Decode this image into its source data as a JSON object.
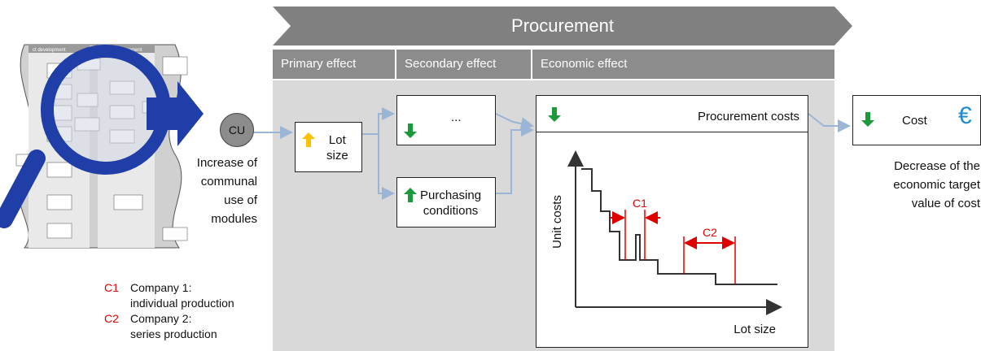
{
  "banner": {
    "title": "Procurement"
  },
  "columns": [
    {
      "label": "Primary effect"
    },
    {
      "label": "Secondary effect"
    },
    {
      "label": "Economic effect"
    }
  ],
  "thumbnail": {
    "headers": [
      "ct development",
      "Procurement"
    ],
    "description_icon": "magnifier-icon"
  },
  "cu_node": {
    "label": "CU",
    "caption": [
      "Increase of",
      "communal",
      "use of",
      "modules"
    ]
  },
  "lot_size_box": {
    "label_line1": "Lot",
    "label_line2": "size",
    "arrow": "up",
    "arrow_color": "#ffc000"
  },
  "ellipsis_box": {
    "label": "...",
    "arrow": "down",
    "arrow_color": "#1a9a3a"
  },
  "purchasing_box": {
    "label_line1": "Purchasing",
    "label_line2": "conditions",
    "arrow": "up",
    "arrow_color": "#1a9a3a"
  },
  "procurement_costs_box": {
    "label": "Procurement costs",
    "arrow": "down",
    "arrow_color": "#1a9a3a"
  },
  "cost_box": {
    "label": "Cost",
    "symbol": "€",
    "symbol_color": "#1e8bd1",
    "arrow": "down",
    "arrow_color": "#1a9a3a"
  },
  "cost_caption": [
    "Decrease of the",
    "economic target",
    "value of cost"
  ],
  "step_chart": {
    "ylabel": "Unit costs",
    "xlabel": "Lot size",
    "markers": [
      {
        "label": "C1"
      },
      {
        "label": "C2"
      }
    ]
  },
  "legend": [
    {
      "code": "C1",
      "text_line1": "Company 1:",
      "text_line2": "individual production"
    },
    {
      "code": "C2",
      "text_line1": "Company 2:",
      "text_line2": "series production"
    }
  ],
  "colors": {
    "connector": "#9ab5d6",
    "marker": "#e00000",
    "banner": "#808080",
    "panel": "#d9d9d9",
    "magnifier": "#1f3ea8"
  }
}
